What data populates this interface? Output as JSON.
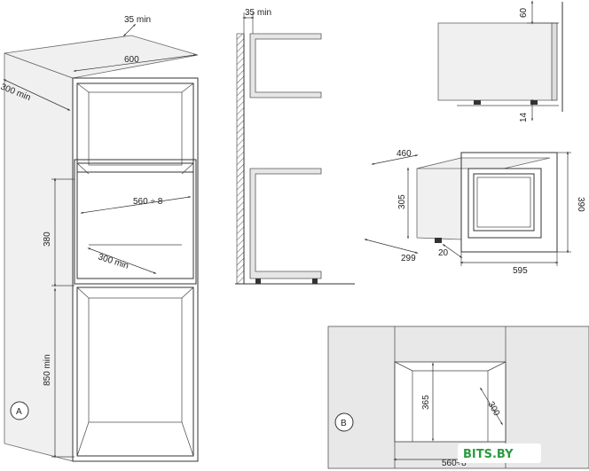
{
  "labels": {
    "a_gap": "35 min",
    "a_width": "600",
    "a_depth": "300 min",
    "a_inner": "560 ÷ 8",
    "a_height380": "380",
    "a_depth2": "300 min",
    "a_height850": "850 min",
    "a_marker": "A",
    "side_gap": "35 min",
    "mw_top": "60",
    "mw_bottom": "14",
    "mw_depth": "460",
    "mw_height305": "305",
    "mw_height390": "390",
    "mw_d299": "299",
    "mw_d20": "20",
    "mw_width": "595",
    "b_height": "365",
    "b_depth": "300",
    "b_width": "560÷8",
    "b_marker": "B"
  },
  "watermark": {
    "text": "BITS.BY",
    "color": "#2a9b3d"
  }
}
